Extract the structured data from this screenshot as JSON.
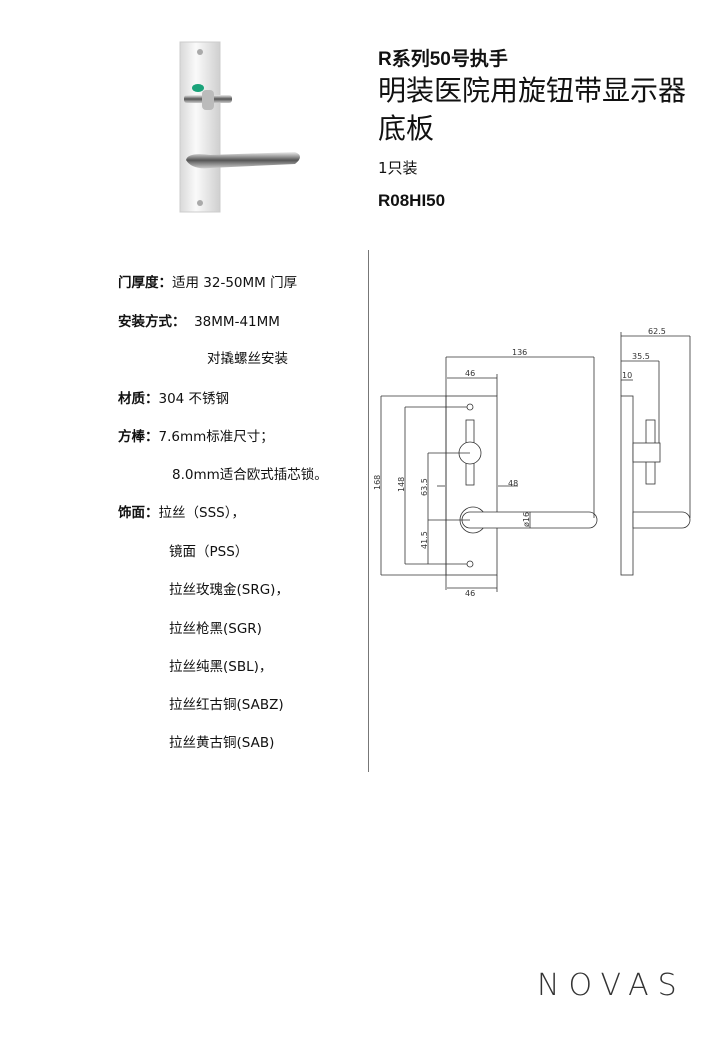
{
  "header": {
    "series_title": "R系列50号执手",
    "product_name": "明装医院用旋钮带显示器底板",
    "packaging": "1只装",
    "product_code": "R08HI50"
  },
  "specs": [
    {
      "label": "门厚度：",
      "value": "适用 32-50MM 门厚"
    },
    {
      "label": "安装方式：",
      "value": "38MM-41MM"
    },
    {
      "label": "",
      "value": "对撬螺丝安装"
    },
    {
      "label": "材质：",
      "value": "304 不锈钢"
    },
    {
      "label": "方棒：",
      "value": "7.6mm标准尺寸；"
    },
    {
      "label": "",
      "value": "8.0mm适合欧式插芯锁。"
    },
    {
      "label": "饰面：",
      "value": "拉丝（SSS），"
    },
    {
      "label": "",
      "value": "镜面（PSS）"
    },
    {
      "label": "",
      "value": "拉丝玫瑰金(SRG)，"
    },
    {
      "label": "",
      "value": "拉丝枪黑(SGR)"
    },
    {
      "label": "",
      "value": "拉丝纯黑(SBL)，"
    },
    {
      "label": "",
      "value": "拉丝红古铜(SABZ)"
    },
    {
      "label": "",
      "value": "拉丝黄古铜(SAB)"
    }
  ],
  "drawing": {
    "dim_136": "136",
    "dim_46_top": "46",
    "dim_46_bottom": "46",
    "dim_168": "168",
    "dim_148": "148",
    "dim_63_5": "63.5",
    "dim_41_5": "41.5",
    "dim_48": "48",
    "dim_16": "ø16",
    "dim_62_5": "62.5",
    "dim_35_5": "35.5",
    "dim_10": "10"
  },
  "brand": "NOVAS",
  "colors": {
    "indicator": "#1aa37a"
  }
}
